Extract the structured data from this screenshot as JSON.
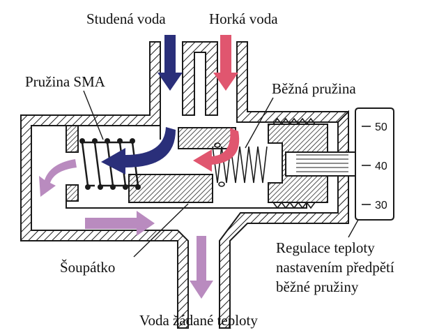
{
  "labels": {
    "cold_water": "Studená voda",
    "hot_water": "Horká voda",
    "sma_spring": "Pružina SMA",
    "regular_spring": "Běžná pružina",
    "spool": "Šoupátko",
    "regulation_line1": "Regulace teploty",
    "regulation_line2": "nastavením předpětí",
    "regulation_line3": "běžné pružiny",
    "output_water": "Voda žádané teploty"
  },
  "dial_ticks": [
    "50",
    "40",
    "30"
  ],
  "colors": {
    "cold_arrow": "#2a2f7a",
    "hot_arrow": "#e0566f",
    "mixed_arrow": "#b98bbf",
    "line": "#1a1a1a"
  }
}
